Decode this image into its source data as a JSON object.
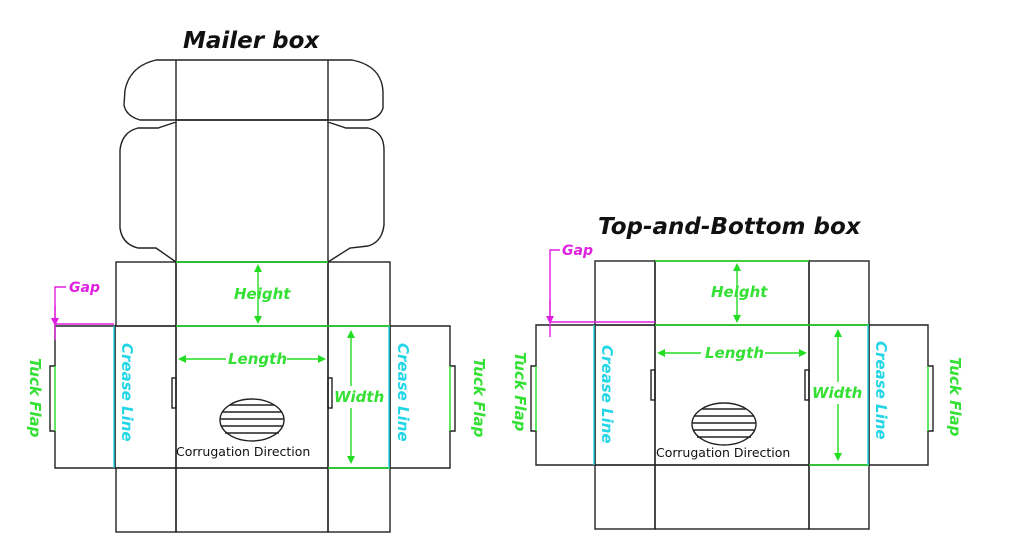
{
  "mailer_box": {
    "title": "Mailer box",
    "height_label": "Height",
    "length_label": "Length",
    "width_label": "Width",
    "gap_label": "Gap",
    "tuck_flap_left": "Tuck Flap",
    "tuck_flap_right": "Tuck Flap",
    "crease_line_left": "Crease Line",
    "crease_line_right": "Crease Line",
    "corrugation_label": "Corrugation Direction"
  },
  "top_bottom_box": {
    "title": "Top-and-Bottom box",
    "height_label": "Height",
    "length_label": "Length",
    "width_label": "Width",
    "gap_label": "Gap",
    "tuck_flap_left": "Tuck Flap",
    "tuck_flap_right": "Tuck Flap",
    "crease_line_left": "Crease Line",
    "crease_line_right": "Crease Line",
    "corrugation_label": "Corrugation Direction"
  },
  "colors": {
    "outline": "#222222",
    "dimension": "#22dd22",
    "crease": "#22d6e6",
    "gap": "#e020e0"
  }
}
